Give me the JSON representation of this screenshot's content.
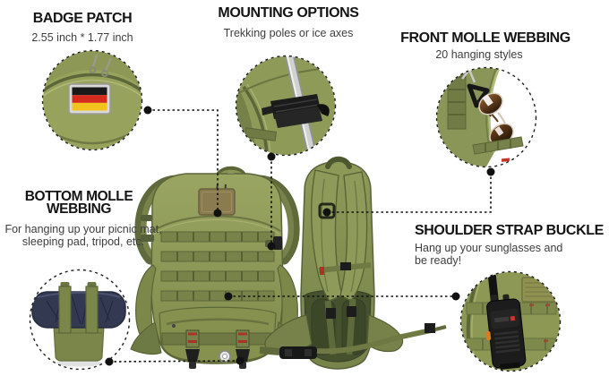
{
  "infographic": {
    "product": "army green tactical backpack feature diagram",
    "views": [
      "front view backpack",
      "back view backpack"
    ]
  },
  "callouts": {
    "badge_patch": {
      "title": "BADGE PATCH",
      "subtitle": "2.55 inch * 1.77 inch",
      "photo": "german-flag-badge-on-backpack-top"
    },
    "mounting_options": {
      "title": "MOUNTING OPTIONS",
      "subtitle": "Trekking poles or ice axes",
      "photo": "trekking-pole-strapped-to-backpack"
    },
    "front_molle": {
      "title": "FRONT MOLLE WEBBING",
      "subtitle": "20 hanging styles",
      "photo": "sunglasses-hanging-on-strap-buckle"
    },
    "bottom_molle": {
      "title": "BOTTOM MOLLE WEBBING",
      "subtitle": "For hanging up your picnic mat, sleeping pad, tripod, etc.",
      "photo": "picnic-mat-strapped-under-backpack"
    },
    "shoulder_strap": {
      "title": "SHOULDER STRAP BUCKLE",
      "subtitle": "Hang up your sunglasses and be ready!",
      "photo": "walkie-talkie-on-molle-webbing"
    }
  },
  "palette": {
    "background": "#ffffff",
    "olive": "#8a9556",
    "olive_light": "#9aa562",
    "olive_dark": "#5c6738",
    "back_panel_dark": "#46512d",
    "mat_navy": "#333950",
    "connector_line": "#111111",
    "heading_text": "#141414",
    "sub_text": "#3d3d3d",
    "flag_black": "#191919",
    "flag_red": "#d42b1e",
    "flag_gold": "#f2c31d",
    "accent_red": "#b03026",
    "accent_orange": "#e07a1f"
  }
}
